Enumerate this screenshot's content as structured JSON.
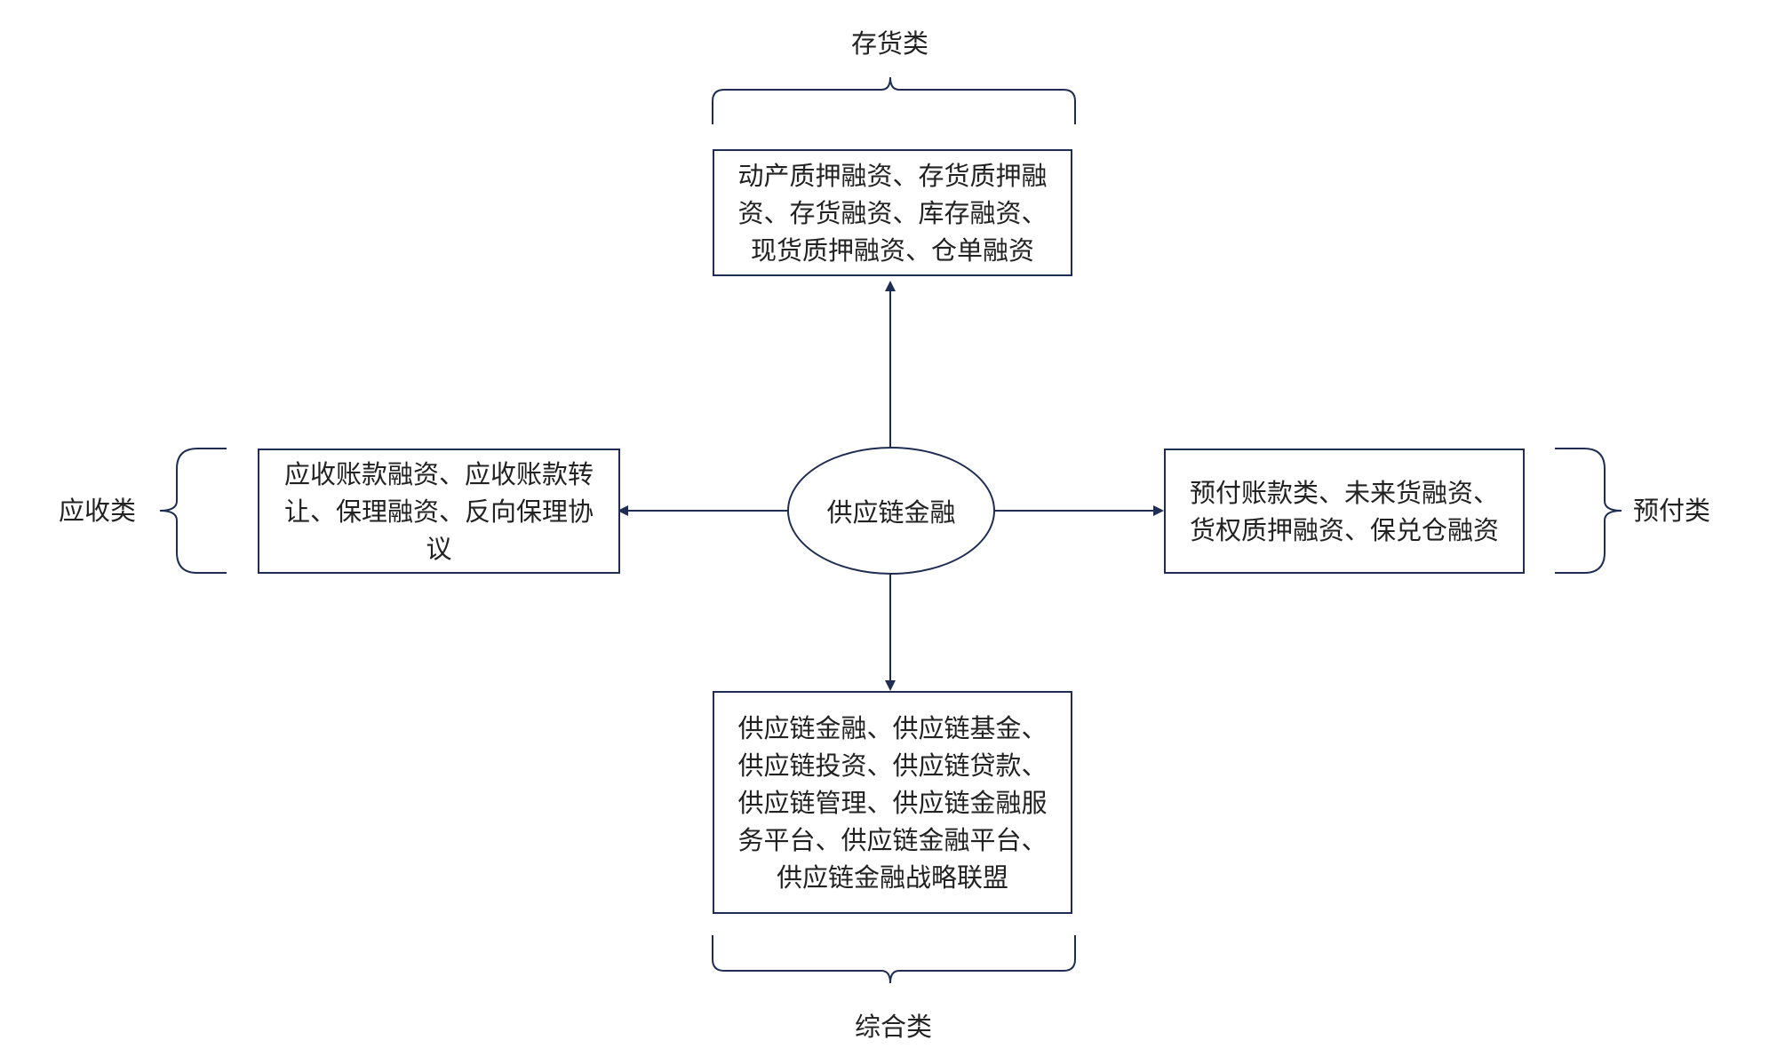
{
  "center": {
    "label": "供应链金融"
  },
  "top": {
    "category": "存货类",
    "lines": [
      "动产质押融资、存货质押融",
      "资、存货融资、库存融资、",
      "现货质押融资、仓单融资"
    ]
  },
  "left": {
    "category": "应收类",
    "lines": [
      "应收账款融资、应收账款转",
      "让、保理融资、反向保理协",
      "议"
    ]
  },
  "right": {
    "category": "预付类",
    "lines": [
      "预付账款类、未来货融资、",
      "货权质押融资、保兑仓融资"
    ]
  },
  "bottom": {
    "category": "综合类",
    "lines": [
      "供应链金融、供应链基金、",
      "供应链投资、供应链贷款、",
      "供应链管理、供应链金融服",
      "务平台、供应链金融平台、",
      "供应链金融战略联盟"
    ]
  },
  "colors": {
    "stroke": "#1f2d52",
    "text": "#222222",
    "background": "#ffffff"
  }
}
